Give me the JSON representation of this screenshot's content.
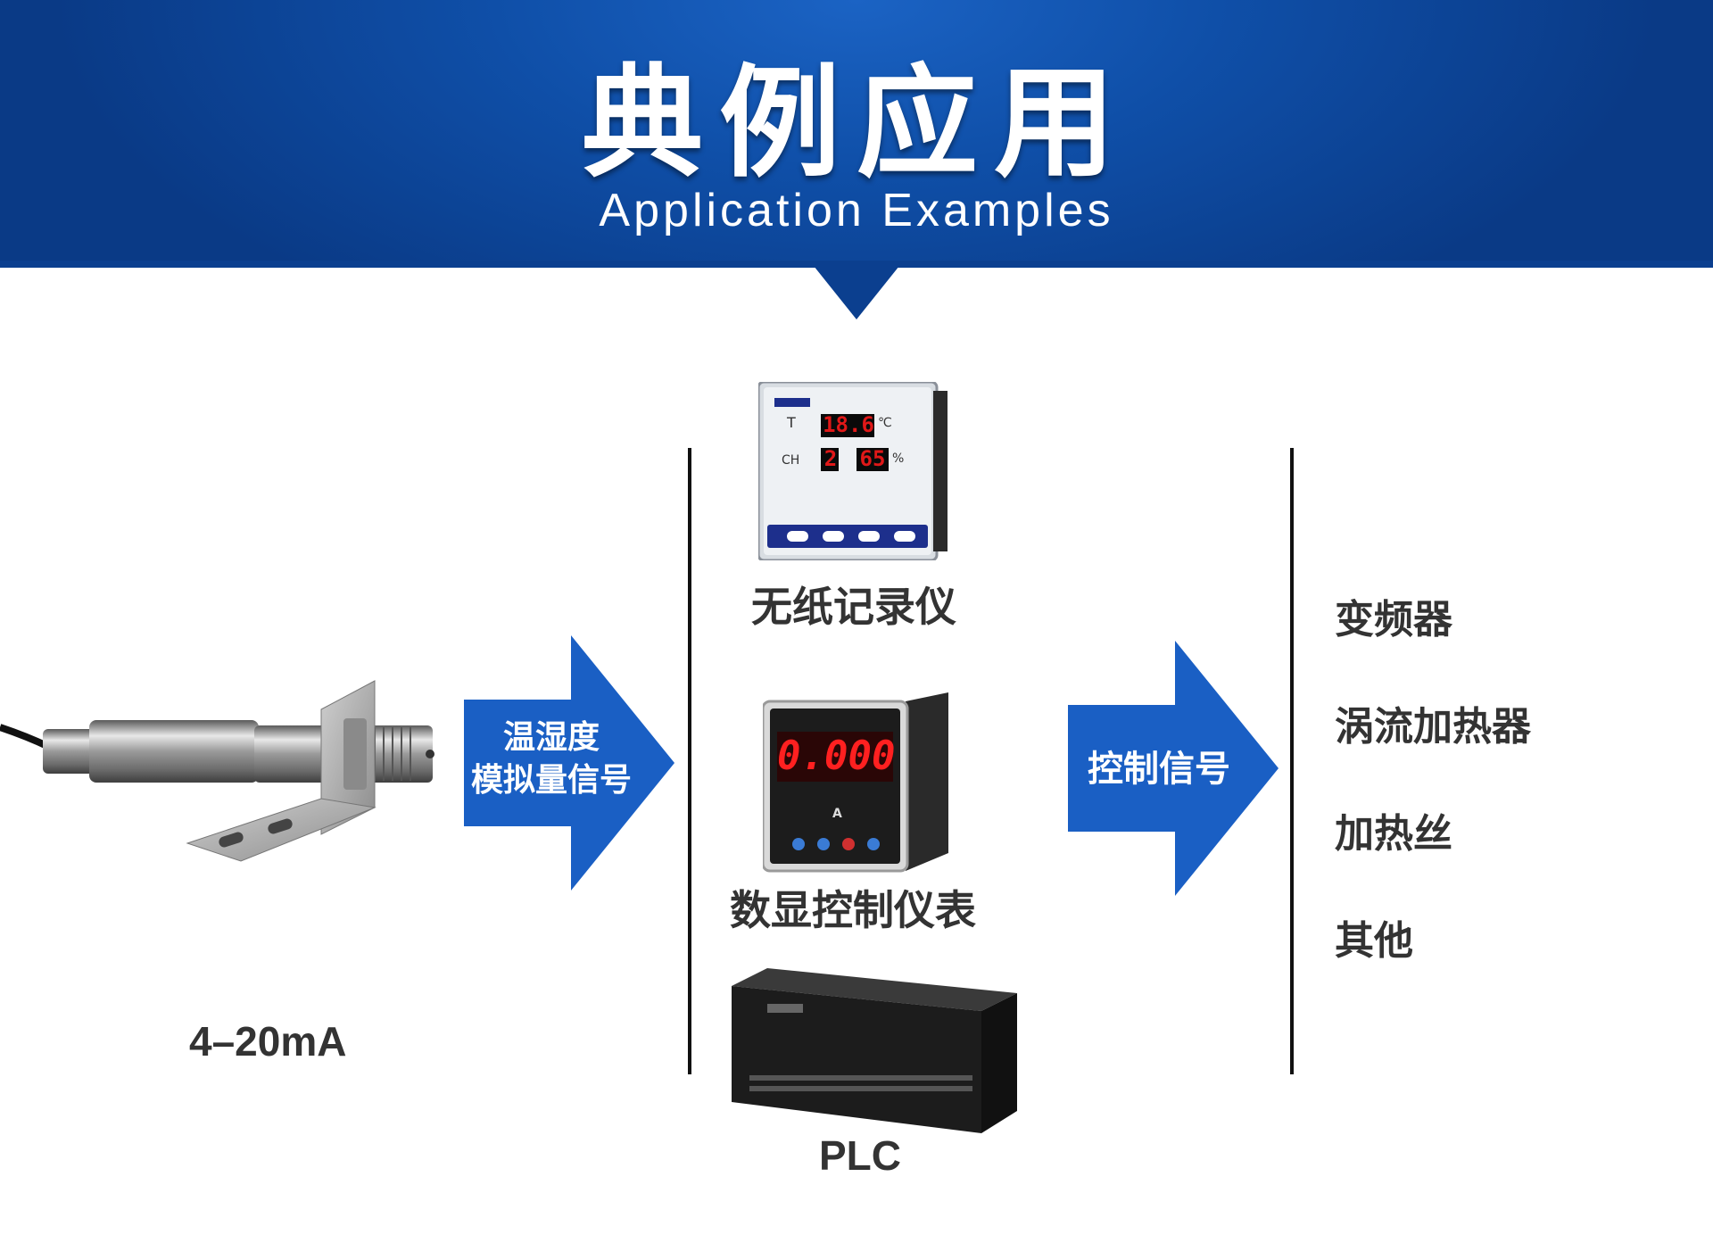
{
  "header": {
    "title_cn": "典例应用",
    "title_en": "Application Examples"
  },
  "sensor": {
    "output_label": "4–20mA"
  },
  "arrow_input": {
    "line1": "温湿度",
    "line2": "模拟量信号",
    "color": "#1a5fc4"
  },
  "devices": {
    "recorder_label": "无纸记录仪",
    "recorder_display": {
      "row1": "18.6",
      "row1_unit": "℃",
      "row1_tag": "T",
      "row2a": "2",
      "row2b": "65",
      "row2_unit": "%",
      "row2_tag": "CH"
    },
    "meter_label": "数显控制仪表",
    "meter_display": "0.000",
    "meter_unit": "A",
    "plc_label": "PLC"
  },
  "arrow_control": {
    "label": "控制信号",
    "color": "#1a5fc4"
  },
  "outputs": {
    "items": [
      "变频器",
      "涡流加热器",
      "加热丝",
      "其他"
    ]
  },
  "colors": {
    "banner": "#0f4fa8",
    "arrow": "#1a5fc4",
    "led": "#e01818"
  }
}
